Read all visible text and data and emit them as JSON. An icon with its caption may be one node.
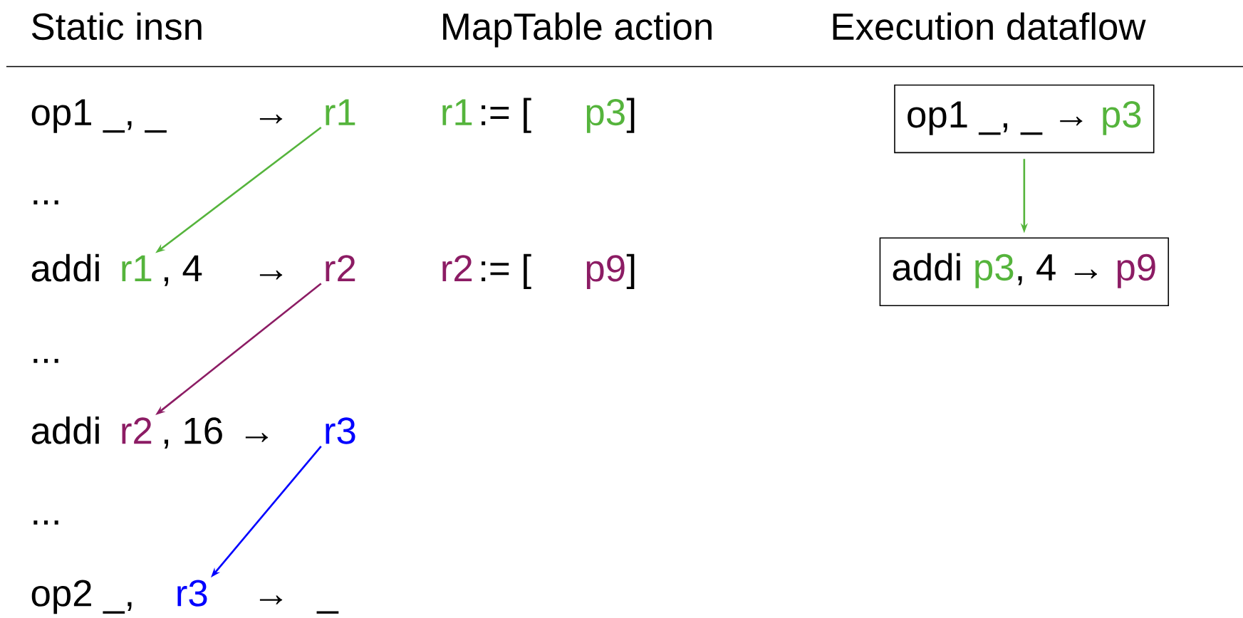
{
  "diagram": {
    "nodes": [
      {
        "text": [
          "r1"
        ]
      },
      {
        "text": [
          "r1"
        ]
      },
      {
        "text": [
          "r2"
        ]
      },
      {
        "text": [
          "r2"
        ]
      },
      {
        "text": [
          "r3"
        ]
      },
      {
        "text": [
          "r3"
        ]
      },
      {
        "text": [
          "op1 _, _ →",
          "p3"
        ]
      },
      {
        "text": [
          "addi",
          "p3",
          ", 4 →",
          "p9"
        ]
      }
    ],
    "edges": [
      {
        "from": 0,
        "to": 1,
        "arrow": "to",
        "color": "#55b43c"
      },
      {
        "from": 2,
        "to": 3,
        "arrow": "to",
        "color": "#8c1c64"
      },
      {
        "from": 4,
        "to": 5,
        "arrow": "to",
        "color": "#0000ff"
      },
      {
        "from": 6,
        "to": 7,
        "arrow": "to",
        "color": "#55b43c"
      }
    ],
    "labels": [
      "Static insn",
      "MapTable action",
      "Execution dataflow",
      "op1 _, _",
      "→",
      "r1",
      ":= [",
      "p3",
      "]",
      "...",
      "addi",
      ", 4",
      "→",
      "r2",
      ":= [",
      "p9",
      "]",
      "...",
      "addi",
      ", 16",
      "→",
      "...",
      "op2 _,",
      "→",
      "_"
    ]
  }
}
